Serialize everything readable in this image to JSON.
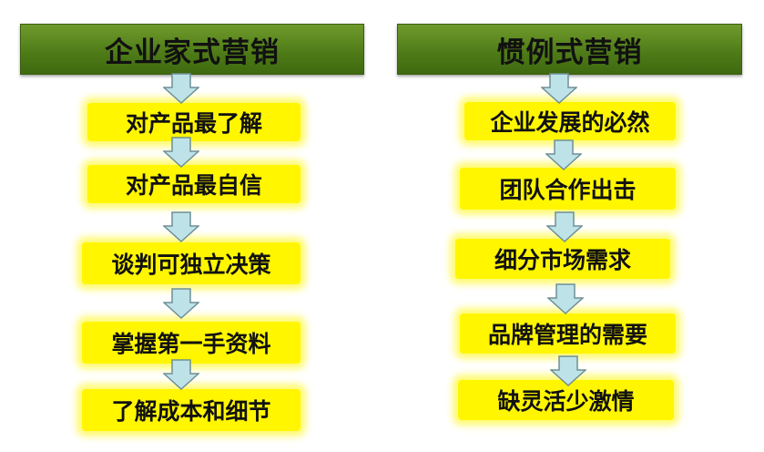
{
  "left_column": {
    "title": "企业家式营销",
    "steps": [
      "对产品最了解",
      "对产品最自信",
      "谈判可独立决策",
      "掌握第一手资料",
      "了解成本和细节"
    ]
  },
  "right_column": {
    "title": "惯例式营销",
    "steps": [
      "企业发展的必然",
      "团队合作出击",
      "细分市场需求",
      "品牌管理的需要",
      "缺灵活少激情"
    ]
  },
  "colors": {
    "header_green": "#5a8a1e",
    "step_yellow": "#fff600",
    "arrow_fill": "#bde3e8",
    "arrow_stroke": "#6f8f96"
  }
}
